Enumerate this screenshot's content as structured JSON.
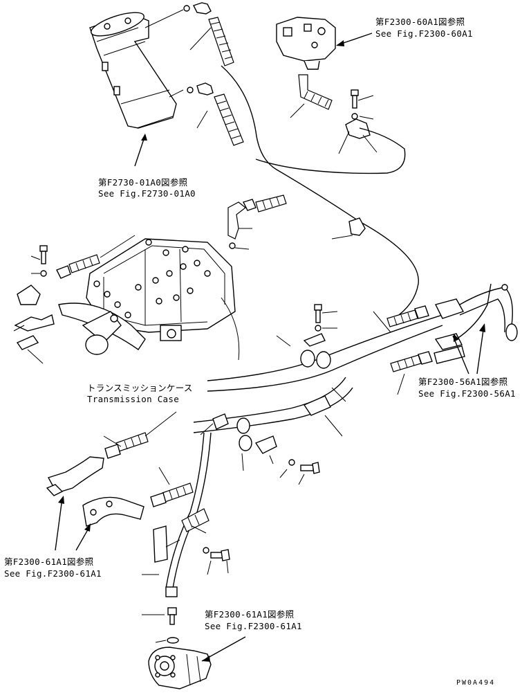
{
  "diagram": {
    "references": [
      {
        "jp": "第F2300-60A1図参照",
        "en": "See Fig.F2300-60A1"
      },
      {
        "jp": "第F2730-01A0図参照",
        "en": "See Fig.F2730-01A0"
      },
      {
        "jp": "第F2300-56A1図参照",
        "en": "See Fig.F2300-56A1"
      },
      {
        "jp": "第F2300-61A1図参照",
        "en": "See Fig.F2300-61A1"
      },
      {
        "jp": "第F2300-61A1図参照",
        "en": "See Fig.F2300-61A1"
      }
    ],
    "transmission_case": {
      "jp": "トランスミッションケース",
      "en": "Transmission Case"
    },
    "drawing_code": "PW0A494"
  }
}
